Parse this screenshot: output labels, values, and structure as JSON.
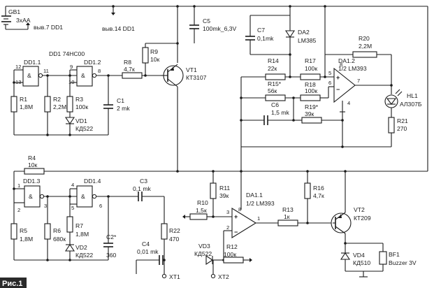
{
  "figure_label": "Рис.1",
  "gb1": {
    "ref": "GB1",
    "value": "3xAA",
    "conn": "выв.7 DD1"
  },
  "supply_label": "выв.14 DD1",
  "c5": {
    "ref": "C5",
    "value": "100mk_6,3V"
  },
  "c7": {
    "ref": "C7",
    "value": "0,1mk"
  },
  "da2": {
    "ref": "DA2",
    "value": "LM385"
  },
  "r20": {
    "ref": "R20",
    "value": "2,2M"
  },
  "dd1_title": "DD1 74HC00",
  "dd1_1": {
    "ref": "DD1.1",
    "sym": "&",
    "pins": [
      "12",
      "13",
      "11"
    ]
  },
  "dd1_2": {
    "ref": "DD1.2",
    "sym": "&",
    "pins": [
      "9",
      "10",
      "8"
    ]
  },
  "dd1_3": {
    "ref": "DD1.3",
    "sym": "&",
    "pins": [
      "1",
      "2",
      "3"
    ]
  },
  "dd1_4": {
    "ref": "DD1.4",
    "sym": "&",
    "pins": [
      "4",
      "5",
      "6"
    ]
  },
  "r8": {
    "ref": "R8",
    "value": "4,7к"
  },
  "r9": {
    "ref": "R9",
    "value": "10к"
  },
  "vt1": {
    "ref": "VT1",
    "value": "КТ3107"
  },
  "r14": {
    "ref": "R14",
    "value": "22к"
  },
  "r17": {
    "ref": "R17",
    "value": "100к"
  },
  "da1_2": {
    "ref": "DA1.2",
    "value": "1/2 LM393",
    "pins": [
      "5",
      "6",
      "7",
      "8",
      "4"
    ]
  },
  "r15": {
    "ref": "R15*",
    "value": "56к"
  },
  "r18": {
    "ref": "R18",
    "value": "100к"
  },
  "hl1": {
    "ref": "HL1",
    "value": "АЛ307Б"
  },
  "r1": {
    "ref": "R1",
    "value": "1,8M"
  },
  "r2": {
    "ref": "R2",
    "value": "2,2M"
  },
  "r3": {
    "ref": "R3",
    "value": "100к"
  },
  "c1": {
    "ref": "C1",
    "value": "2 mk"
  },
  "vd1": {
    "ref": "VD1",
    "value": "КД522"
  },
  "c6": {
    "ref": "C6",
    "value": "1,5 mk"
  },
  "r19": {
    "ref": "R19*",
    "value": "39к"
  },
  "r21": {
    "ref": "R21",
    "value": "270"
  },
  "r4": {
    "ref": "R4",
    "value": "10к"
  },
  "r11": {
    "ref": "R11",
    "value": "39к"
  },
  "da1_1": {
    "ref": "DA1.1",
    "value": "1/2 LM393",
    "pins": [
      "3",
      "2",
      "1",
      "8"
    ]
  },
  "r16": {
    "ref": "R16",
    "value": "4,7к"
  },
  "c3": {
    "ref": "C3",
    "value": "0,1 mk"
  },
  "r10": {
    "ref": "R10",
    "value": "1,5к"
  },
  "r13": {
    "ref": "R13",
    "value": "1к"
  },
  "vt2": {
    "ref": "VT2",
    "value": "КТ209"
  },
  "r5": {
    "ref": "R5",
    "value": "1,8M"
  },
  "r6": {
    "ref": "R6",
    "value": "680к"
  },
  "r7": {
    "ref": "R7",
    "value": "1,8M"
  },
  "vd2": {
    "ref": "VD2",
    "value": "КД522"
  },
  "c2": {
    "ref": "C2*",
    "value": "360"
  },
  "r22": {
    "ref": "R22",
    "value": "470"
  },
  "c4": {
    "ref": "C4",
    "value": "0,01 mk"
  },
  "vd3": {
    "ref": "VD3",
    "value": "КД522"
  },
  "r12": {
    "ref": "R12",
    "value": "100к"
  },
  "vd4": {
    "ref": "VD4",
    "value": "КД510"
  },
  "bf1": {
    "ref": "BF1",
    "value": "Buzzer 3V"
  },
  "xt1": "XT1",
  "xt2": "XT2"
}
